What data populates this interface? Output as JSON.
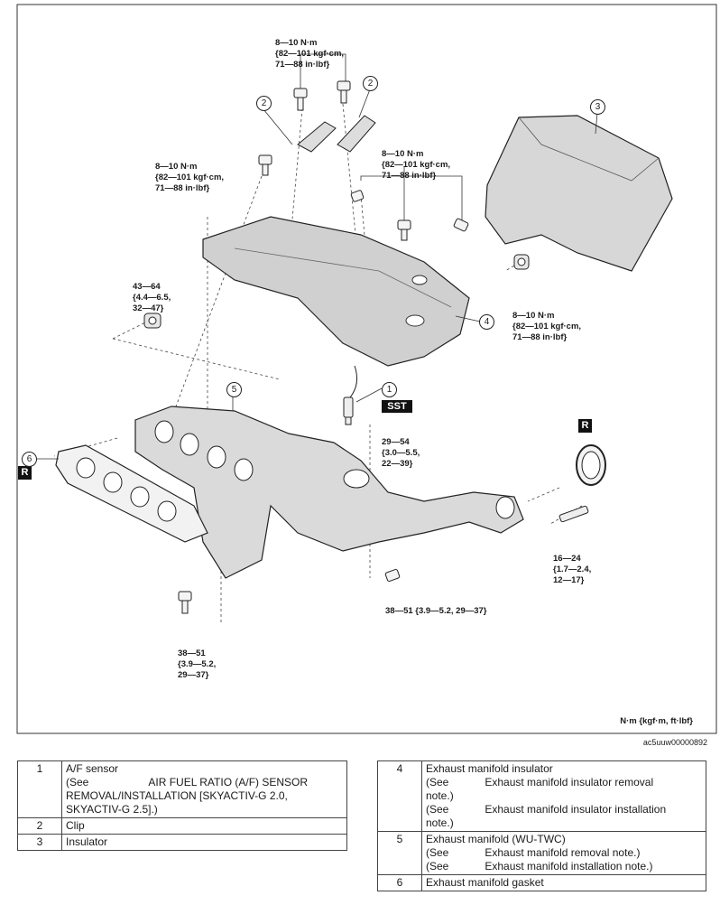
{
  "torques": {
    "top": [
      "8—10 N·m",
      "{82—101 kgf·cm,",
      "71—88 in·lbf}"
    ],
    "left_bolt": [
      "8—10 N·m",
      "{82—101 kgf·cm,",
      "71—88 in·lbf}"
    ],
    "mid_bolts": [
      "8—10 N·m",
      "{82—101 kgf·cm,",
      "71—88 in·lbf}"
    ],
    "right_nut": [
      "8—10 N·m",
      "{82—101 kgf·cm,",
      "71—88 in·lbf}"
    ],
    "left_nut": [
      "43—64",
      "{4.4—6.5,",
      "32—47}"
    ],
    "sensor": [
      "29—54",
      "{3.0—5.5,",
      "22—39}"
    ],
    "stud": [
      "16—24",
      "{1.7—2.4,",
      "12—17}"
    ],
    "bottom_left": [
      "38—51",
      "{3.9—5.2,",
      "29—37}"
    ],
    "bottom_mid": "38—51 {3.9—5.2, 29—37}"
  },
  "badges": {
    "sst": "SST",
    "replace": "R"
  },
  "callouts": [
    "1",
    "2",
    "3",
    "4",
    "5",
    "6"
  ],
  "units": "N·m {kgf·m, ft·lbf}",
  "figure_code": "ac5uuw00000892",
  "parts_left": [
    {
      "num": "1",
      "name": "A/F sensor",
      "see": "(See",
      "ref": "AIR FUEL RATIO (A/F) SENSOR",
      "ref2": "REMOVAL/INSTALLATION [SKYACTIV-G 2.0,",
      "ref3": "SKYACTIV-G 2.5].)"
    },
    {
      "num": "2",
      "name": "Clip"
    },
    {
      "num": "3",
      "name": "Insulator"
    }
  ],
  "parts_right": [
    {
      "num": "4",
      "name": "Exhaust manifold insulator",
      "notes": [
        [
          "(See",
          "Exhaust manifold insulator removal",
          "note.)"
        ],
        [
          "(See",
          "Exhaust manifold insulator installation",
          "note.)"
        ]
      ]
    },
    {
      "num": "5",
      "name": "Exhaust manifold (WU-TWC)",
      "notes": [
        [
          "(See",
          "Exhaust manifold removal note.)",
          ""
        ],
        [
          "(See",
          "Exhaust manifold installation note.)",
          ""
        ]
      ]
    },
    {
      "num": "6",
      "name": "Exhaust manifold gasket"
    }
  ]
}
